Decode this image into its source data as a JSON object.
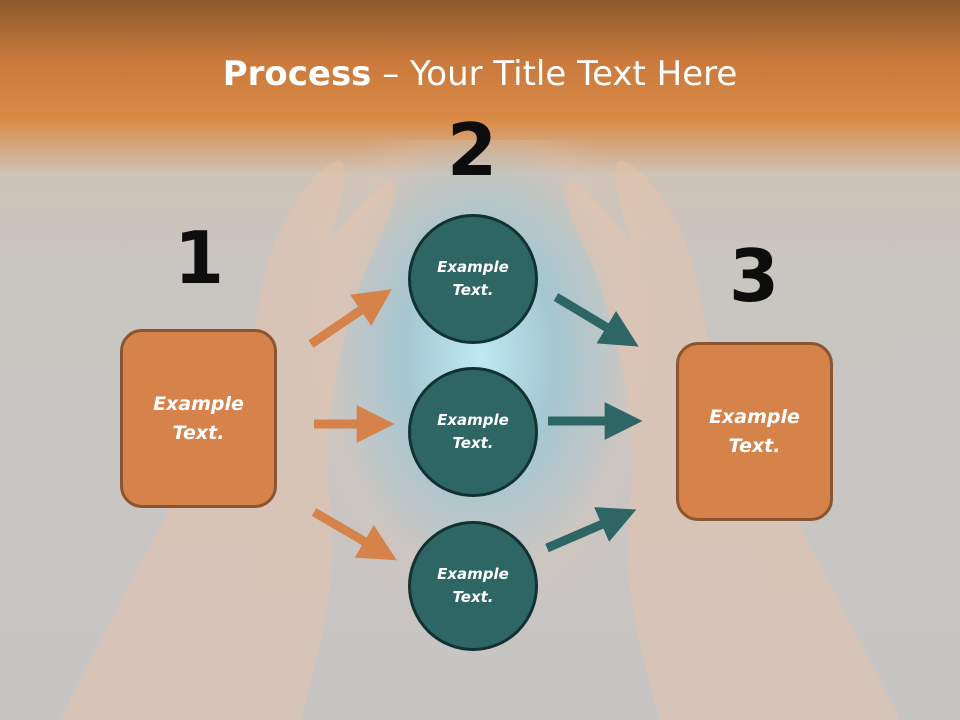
{
  "slide": {
    "title_bold": "Process",
    "title_rest": " – Your Title Text Here",
    "step_numbers": [
      "1",
      "2",
      "3"
    ],
    "left_box": "Example\nText.",
    "circles": [
      "Example\nText.",
      "Example\nText.",
      "Example\nText."
    ],
    "right_box": "Example\nText."
  },
  "colors": {
    "orange_box": "#d5834a",
    "teal_circle": "#2e6666",
    "orange_arrow": "#d5834a",
    "teal_arrow": "#2e6666"
  }
}
